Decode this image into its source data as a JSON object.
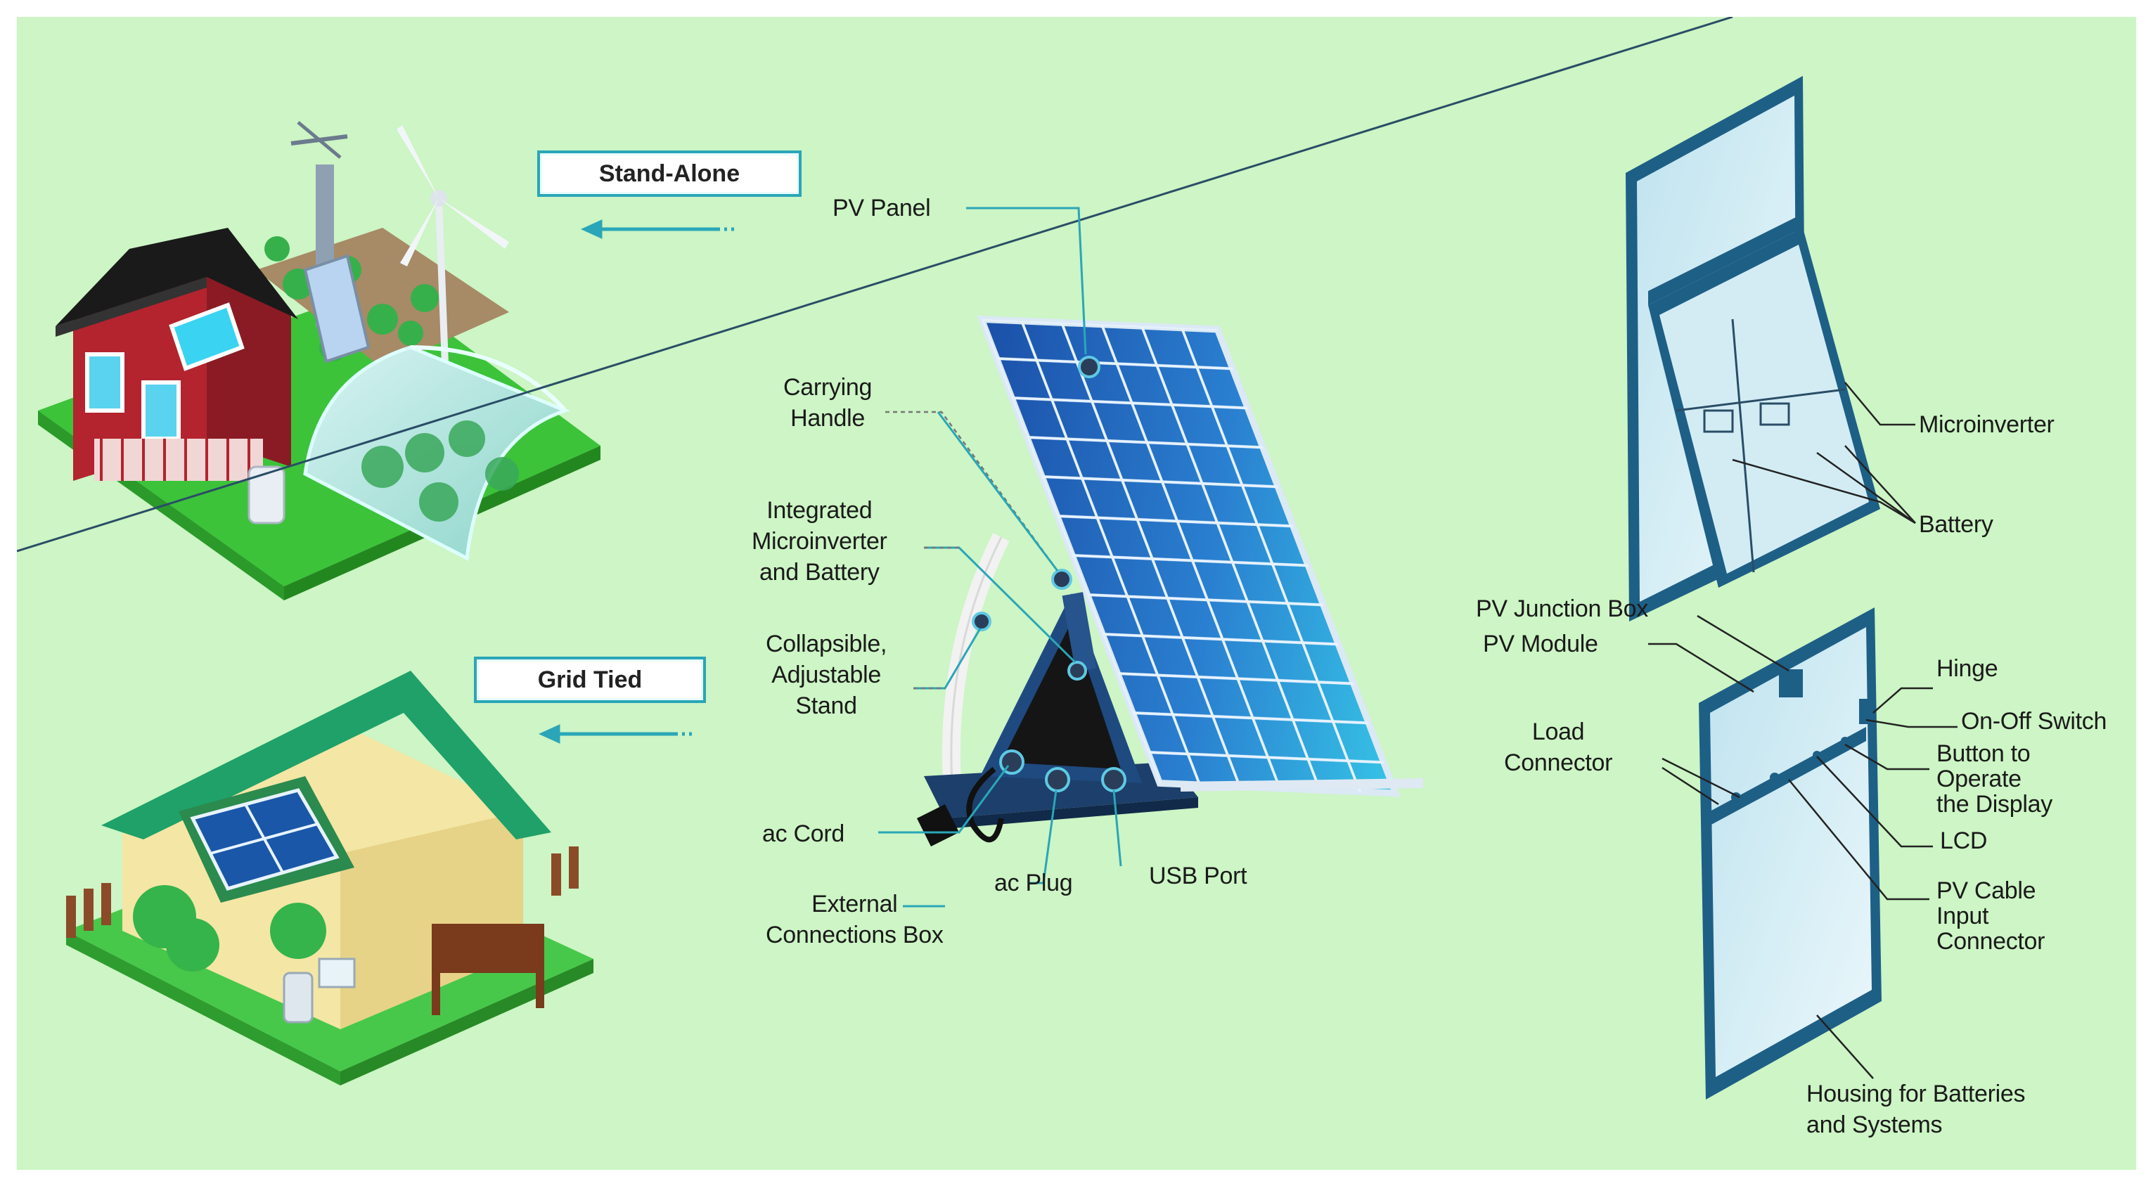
{
  "modes": {
    "stand_alone": "Stand-Alone",
    "grid_tied": "Grid Tied"
  },
  "portable_unit": {
    "pv_panel": "PV Panel",
    "carrying_handle": "Carrying\nHandle",
    "integrated_microinverter": "Integrated\nMicroinverter\nand Battery",
    "stand": "Collapsible,\nAdjustable\nStand",
    "ac_cord": "ac Cord",
    "external_box": "External\nConnections Box",
    "ac_plug": "ac Plug",
    "usb_port": "USB Port"
  },
  "panel_detail": {
    "microinverter": "Microinverter",
    "battery": "Battery",
    "pv_junction_box": "PV Junction Box",
    "pv_module": "PV Module",
    "hinge": "Hinge",
    "on_off_switch": "On-Off Switch",
    "button_display": "Button to\nOperate\nthe Display",
    "lcd": "LCD",
    "load_connector": "Load\nConnector",
    "pv_cable_input": "PV Cable\nInput\nConnector",
    "housing": "Housing for Batteries\nand Systems"
  },
  "colors": {
    "background": "#cdf5c5",
    "accent": "#2aa6b8",
    "panel_blue": "#1f6fc2",
    "frame": "#1e5f86"
  }
}
